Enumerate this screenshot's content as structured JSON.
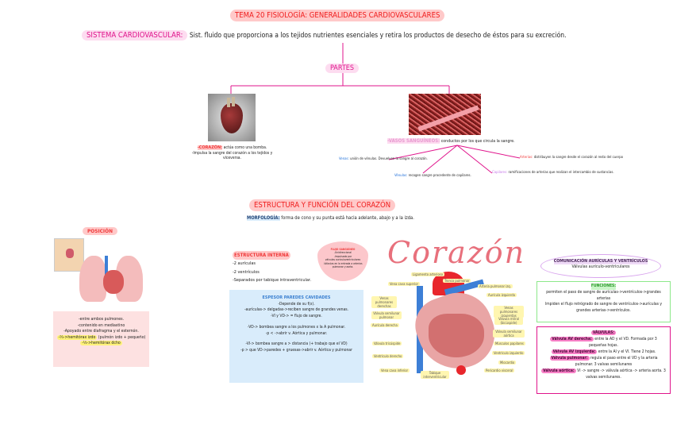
{
  "title": "TEMA 20 FISIOLOGÍA: GENERALIDADES CARDIOVASCULARES",
  "sistema": {
    "label": "SISTEMA CARDIOVASCULAR:",
    "text": "Sist. fluido que proporciona a los tejidos nutrientes esenciales y retira los productos de desecho de éstos para su excreción."
  },
  "partes": {
    "label": "PARTES",
    "corazon": {
      "label": "-CORAZÓN:",
      "text": "actúa como una bomba.",
      "line2": "-Impulsa la sangre del corazón a los tejidos y viceversa."
    },
    "vasos": {
      "label": "-VASOS SANGUÍNEOS:",
      "text": "conductos por los que circula la sangre.",
      "items": [
        {
          "label": "Venas:",
          "text": "unión de vénulas. Devuelven la sangre al corazón.",
          "color": "#1e6fd9"
        },
        {
          "label": "Arterias:",
          "text": "distribuyen la sangre desde el corazón al resto del cuerpo",
          "color": "#f03a3a"
        },
        {
          "label": "Vénulas:",
          "text": "recogen sangre procedente de capilares.",
          "color": "#1e6fd9"
        },
        {
          "label": "Capilares:",
          "text": "ramificaciones de arterias que realizan el intercambio de sustancias.",
          "color": "#c678e8"
        }
      ]
    }
  },
  "estructura": {
    "title": "ESTRUCTURA Y FUNCIÓN DEL CORAZÓN",
    "morfologia": {
      "label": "MORFOLOGÍA:",
      "text": "forma de cono y su punta está hacia adelante, abajo y a la izda."
    }
  },
  "posicion": {
    "label": "POSICIÓN",
    "lines": [
      "-entre ambos pulmones.",
      "-contenido en mediastino",
      "-Apoyado entre diafragma y el esternón."
    ],
    "hl1": "-⅔->hemitórax izdo",
    "hl1_rest": " (pulmón izdo + pequeño)",
    "hl2": "-⅓->hemitórax dcho"
  },
  "interna": {
    "label": "ESTRUCTURA INTERNA",
    "items": [
      "-2 aurículas",
      "-2 ventrículos",
      "-Separados por tabique intraventricular."
    ]
  },
  "flujo": {
    "label": "FLUJO SANGUÍNEO",
    "lines": [
      "-Unidireccional",
      "-Impulsado por",
      "válvulas auriculoventriculares",
      "-Válvulas en la entrada a arterias",
      "pulmonar y aorta."
    ]
  },
  "espesor": {
    "label": "ESPESOR PAREDES CAVIDADES",
    "lines": [
      "-Depende de su f(x).",
      "-aurículas-> delgadas->reciben sangre de grandes venas.",
      "-VI y VD-> = flujo de sangre.",
      "",
      "-VD-> bombea sangre a los pulmones x la A pulmonar.",
      "-p < ->abrir v. Aórtica y pulmonar.",
      "",
      "-VI-> bombea sangre a > distancia (+ trabajo que el VD)",
      "-p > que VD->paredes + gruesas->abrir v. Aórtica y pulmonar"
    ]
  },
  "corazon_title": "Corazón",
  "diagram_labels": [
    "Ligamento arterioso",
    "Tronco pulmonar",
    "Vena cava superior",
    "Arteria pulmonar izq.",
    "Venas pulmonares derechas",
    "Aurícula izquierda",
    "Venas pulmonares izquierdas",
    "Válvula semilunar pulmonar",
    "Válvula mitral (bicúspide)",
    "Aurícula derecha",
    "Válvula semilunar aórtica",
    "Válvula tricúspide",
    "Músculos papilares",
    "Ventrículo derecho",
    "Ventrículo izquierdo",
    "Miocardio",
    "Vena cava inferior",
    "Tabique interventricular",
    "Pericardio visceral"
  ],
  "comunicacion": {
    "label": "COMUNICACIÓN AURÍCULAS Y VENTRÍCULOS",
    "text": "Válvulas auriculo-ventriculares"
  },
  "funciones": {
    "label": "FUNCIONES:",
    "lines": [
      "permiten el paso de sangre de aurículas->ventrículos->grandes arterias",
      "Impiden el flujo retrógrado de sangre de ventrículos->aurículas y grandes arterias->ventrículos."
    ]
  },
  "valvulas": {
    "label": "VÁLVULAS:",
    "items": [
      {
        "label": "Válvula AV derecha:",
        "text": " entre la AD y el VD. Formada por 3 pequeñas hojas."
      },
      {
        "label": "Válvula AV izquierda:",
        "text": " entre la AI y el VI. Tiene 2 hojas."
      },
      {
        "label": "Válvula pulmonar:",
        "text": " regula el paso entre el VD y la arteria pulmonar. 3 valvas semilunares"
      },
      {
        "label": "Válvula aórtica:",
        "text": " VI -> sangre -> válvula aórtica -> arteria aorta. 3 valvas semilunares."
      }
    ]
  },
  "colors": {
    "accent": "#e0148c",
    "title_bg": "#ffc9c9",
    "title_fg": "#f02020",
    "pink_bg": "#fddcf0",
    "blue_box": "#d9ecfb",
    "green": "#8de88a",
    "magenta": "#e0148c"
  }
}
